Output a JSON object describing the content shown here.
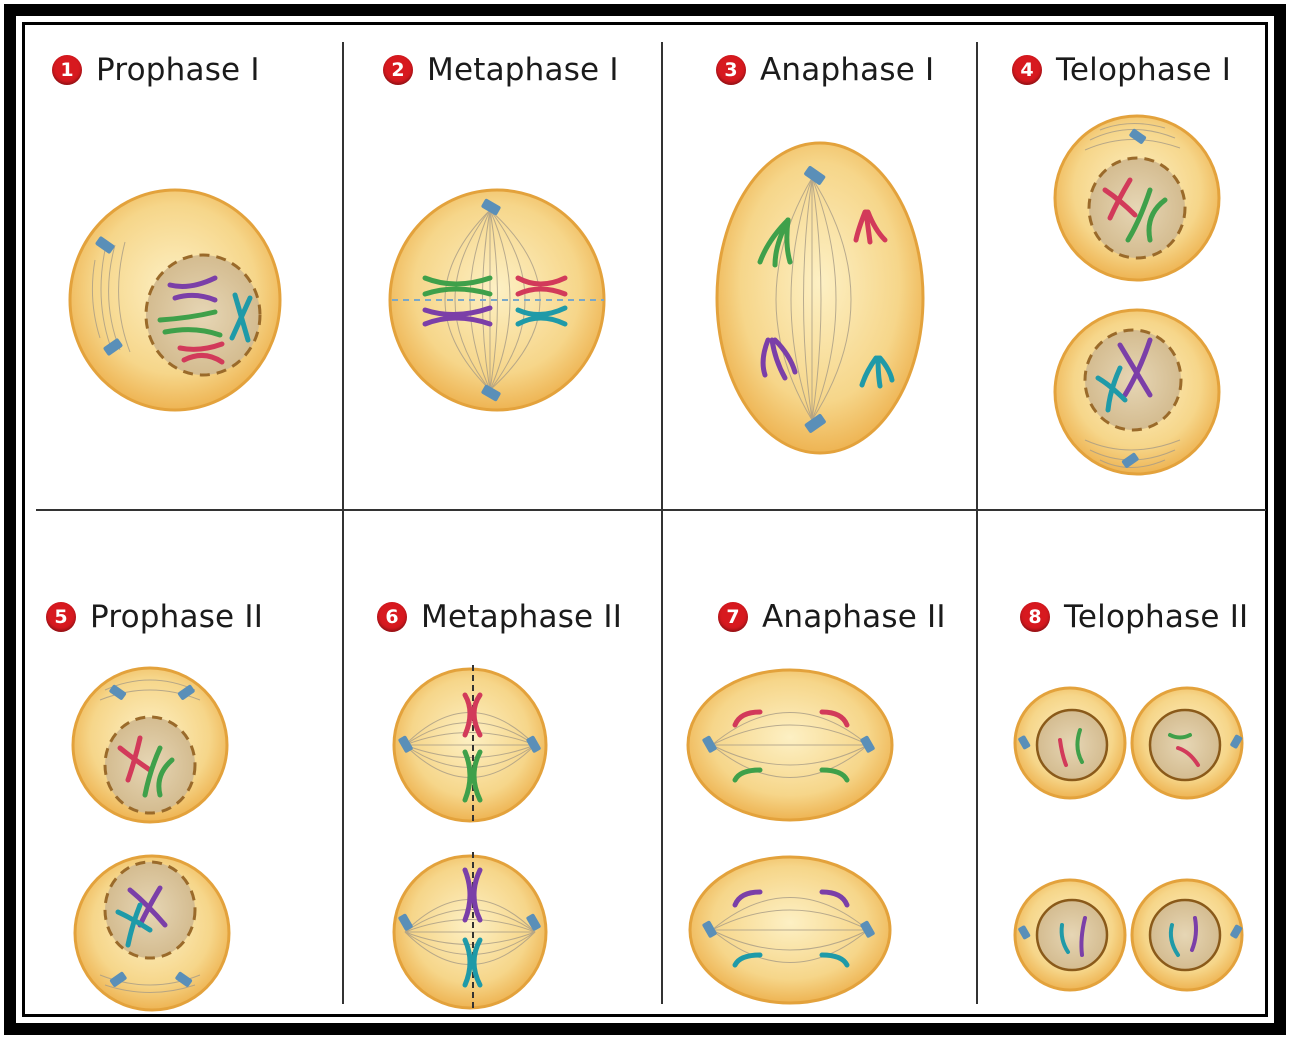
{
  "stages": [
    {
      "number": "1",
      "name": "Prophase I"
    },
    {
      "number": "2",
      "name": "Metaphase I"
    },
    {
      "number": "3",
      "name": "Anaphase I"
    },
    {
      "number": "4",
      "name": "Telophase I"
    },
    {
      "number": "5",
      "name": "Prophase II"
    },
    {
      "number": "6",
      "name": "Metaphase II"
    },
    {
      "number": "7",
      "name": "Anaphase II"
    },
    {
      "number": "8",
      "name": "Telophase II"
    }
  ],
  "colors": {
    "cell_fill": "#f6d68a",
    "cell_edge": "#e3a23c",
    "nucleus": "#dcc6a1",
    "centrosome": "#5a8fb8",
    "chromosome_purple": "#7b3fa8",
    "chromosome_green": "#3fa04a",
    "chromosome_red": "#d23a5a",
    "chromosome_teal": "#1f9aa8",
    "badge": "#d7191f"
  }
}
